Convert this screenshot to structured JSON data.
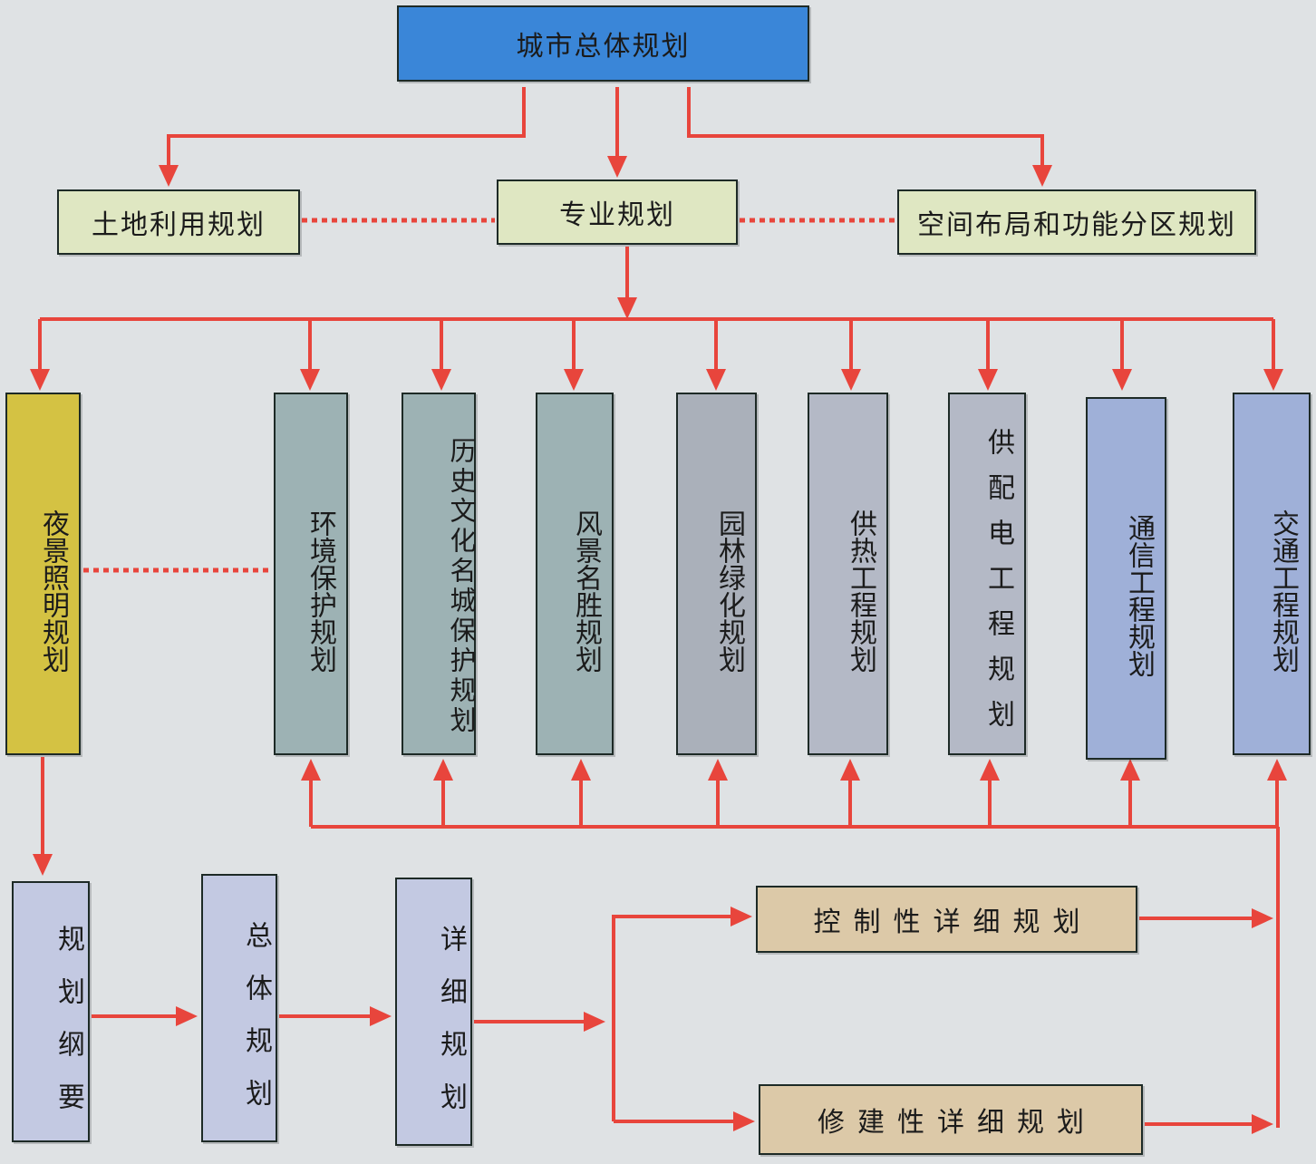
{
  "root": {
    "label": "城市总体规划"
  },
  "level2": {
    "land_use": "土地利用规划",
    "specialized": "专业规划",
    "spatial_layout": "空间布局和功能分区规划"
  },
  "specialized_plans": [
    {
      "label": "夜景照明规划",
      "color": "#d4c243"
    },
    {
      "label": "环境保护规划",
      "color": "#9db2b4"
    },
    {
      "label": "历史文化名城保护规划",
      "color": "#9db2b4"
    },
    {
      "label": "风景名胜规划",
      "color": "#9db2b4"
    },
    {
      "label": "园林绿化规划",
      "color": "#aab0ba"
    },
    {
      "label": "供热工程规划",
      "color": "#b4b9c6"
    },
    {
      "label": "供配电工程规划",
      "color": "#b4b9c6"
    },
    {
      "label": "通信工程规划",
      "color": "#9fb0d8"
    },
    {
      "label": "交通工程规划",
      "color": "#9fb0d8"
    }
  ],
  "process": {
    "outline": "规划纲要",
    "master": "总体规划",
    "detailed": "详细规划",
    "regulatory": "控制性详细规划",
    "constructive": "修建性详细规划"
  },
  "colors": {
    "root_fill": "#3a86d8",
    "level2_fill": "#dfe7c2",
    "process_fill": "#c3c9e2",
    "detail_fill": "#dcc9a8",
    "arrow": "#e8453c"
  }
}
